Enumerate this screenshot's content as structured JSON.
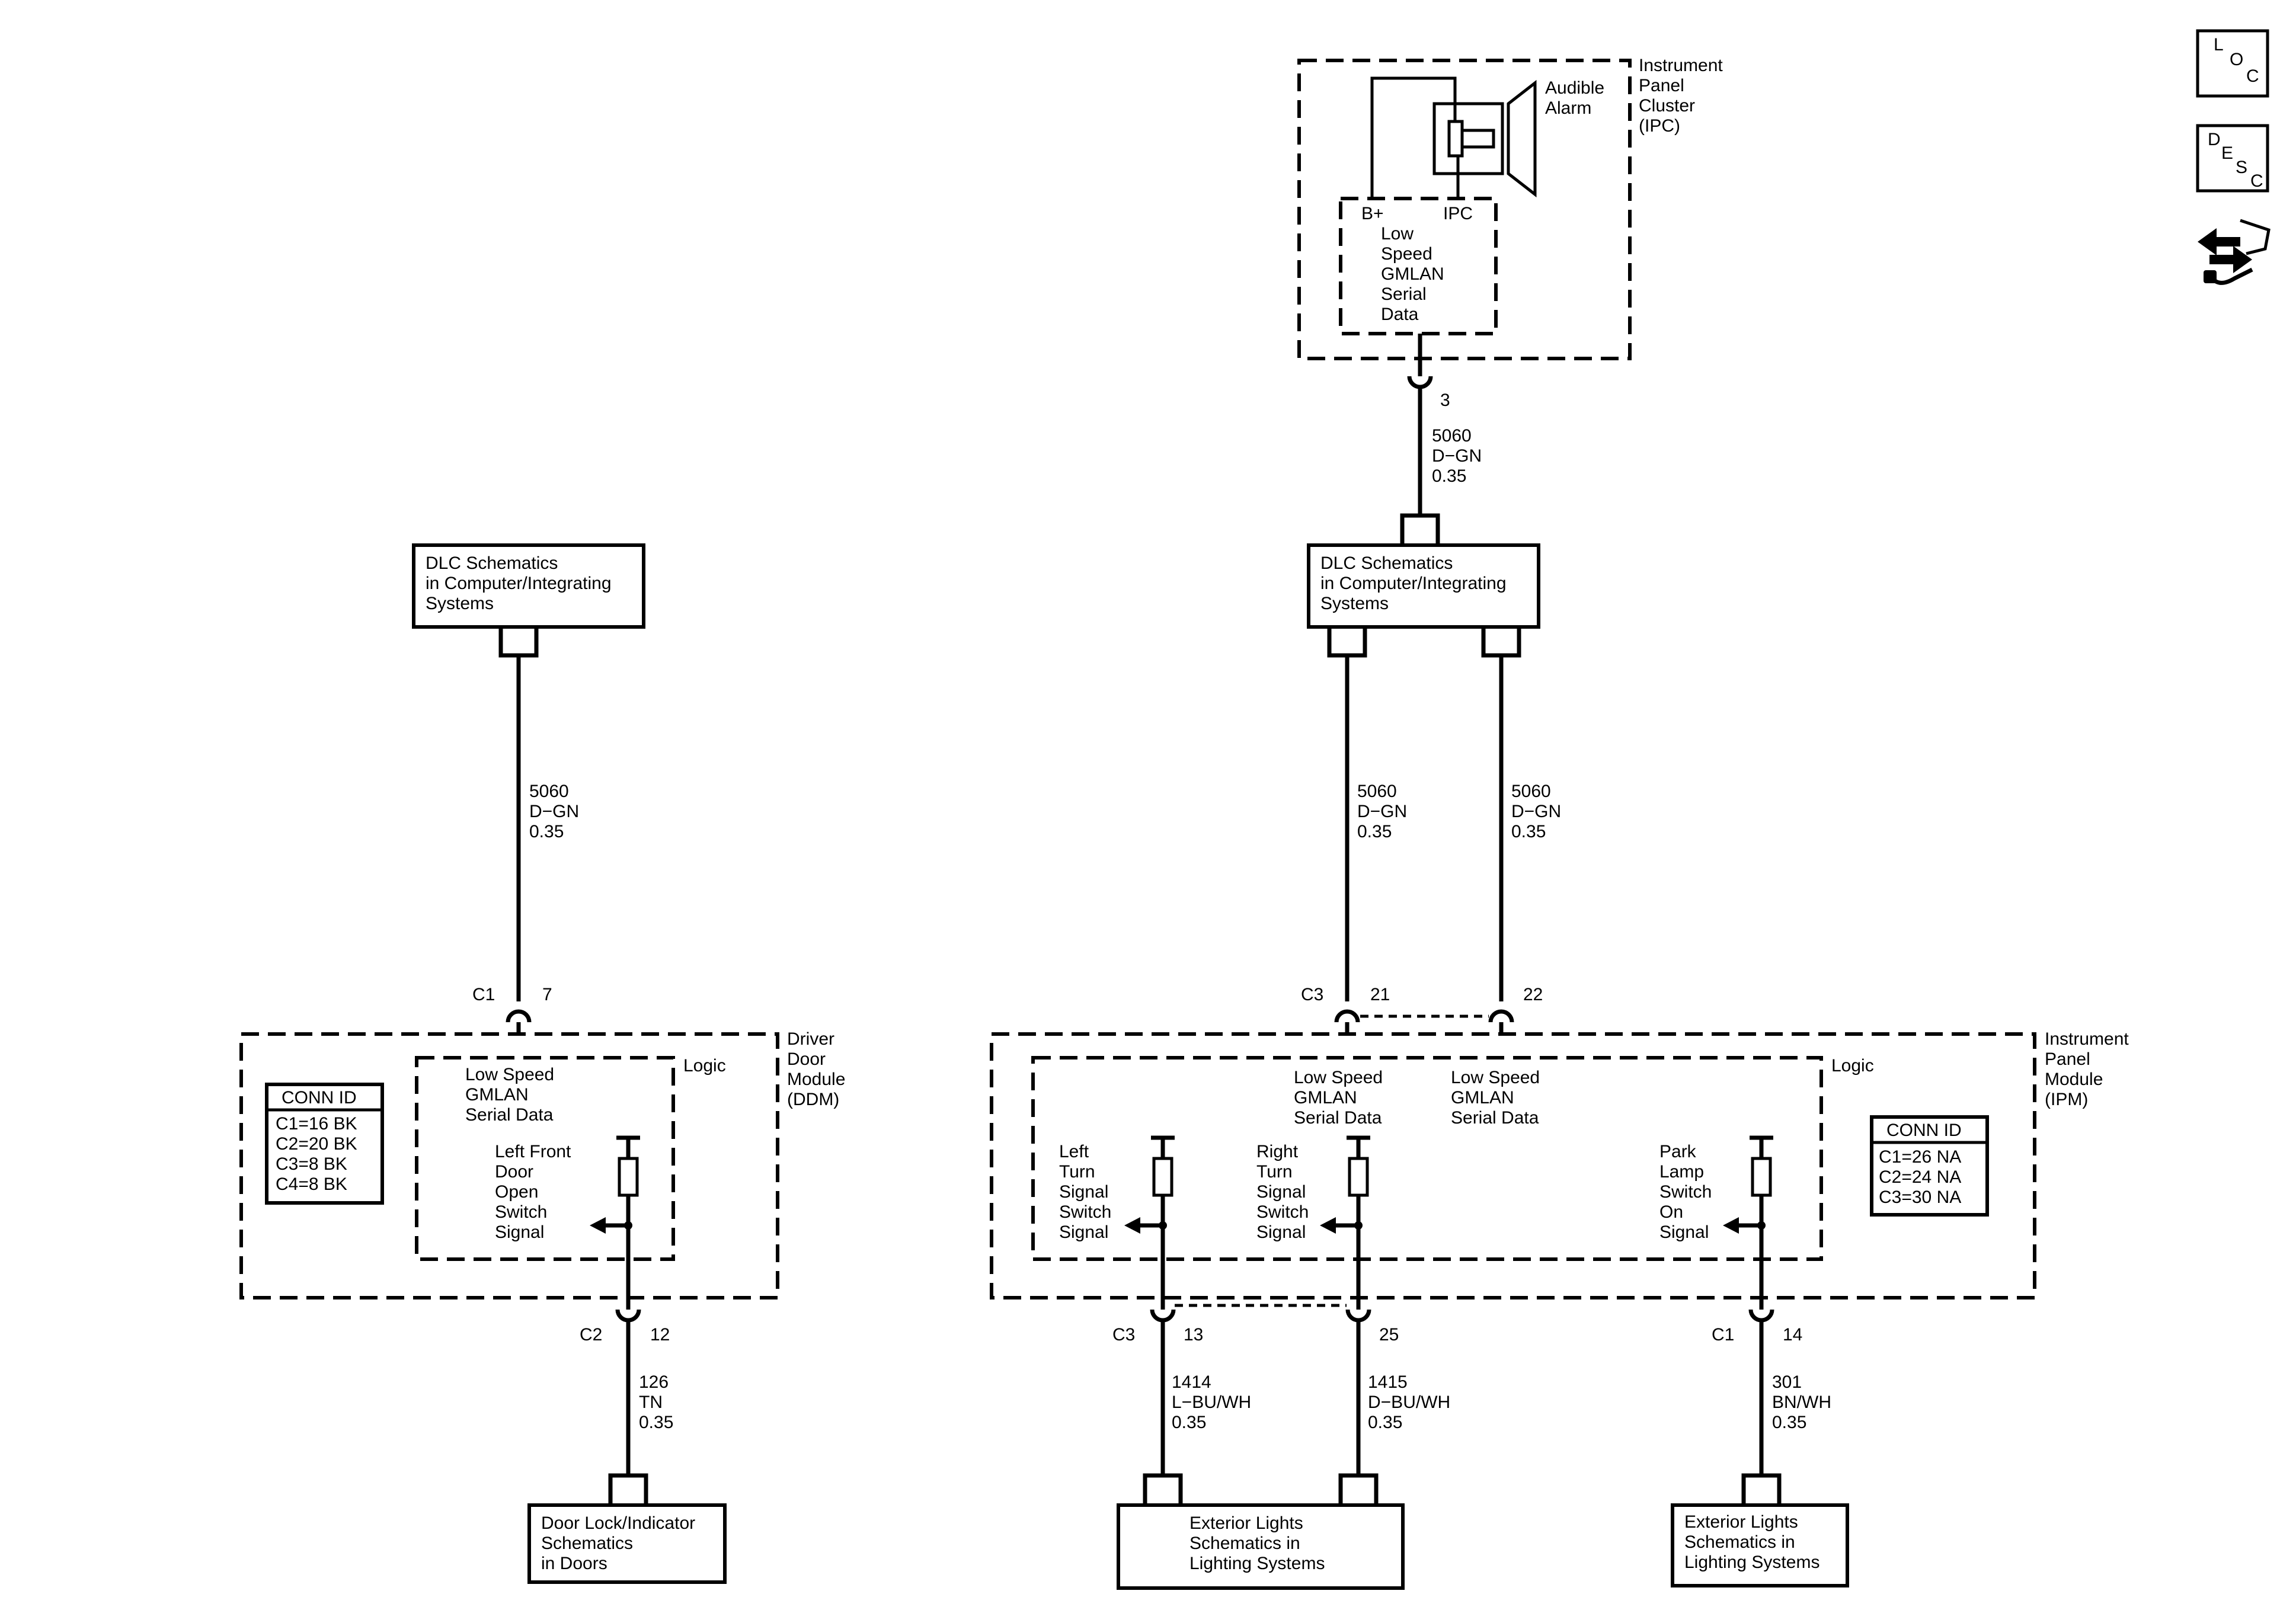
{
  "ipc": {
    "name": [
      "Instrument",
      "Panel",
      "Cluster",
      "(IPC)"
    ],
    "alarm": [
      "Audible",
      "Alarm"
    ],
    "b_plus": "B+",
    "ipc_tag": "IPC",
    "gmlan": [
      "Low",
      "Speed",
      "GMLAN",
      "Serial",
      "Data"
    ],
    "pin": "3"
  },
  "wires": {
    "ipc_to_dlc": [
      "5060",
      "D−GN",
      "0.35"
    ],
    "dlc_to_ddm": [
      "5060",
      "D−GN",
      "0.35"
    ],
    "dlc_to_ipm_a": [
      "5060",
      "D−GN",
      "0.35"
    ],
    "dlc_to_ipm_b": [
      "5060",
      "D−GN",
      "0.35"
    ],
    "ddm_to_door": [
      "126",
      "TN",
      "0.35"
    ],
    "ipm_to_ext_a": [
      "1414",
      "L−BU/WH",
      "0.35"
    ],
    "ipm_to_ext_b": [
      "1415",
      "D−BU/WH",
      "0.35"
    ],
    "ipm_to_ext_c": [
      "301",
      "BN/WH",
      "0.35"
    ]
  },
  "dlc_left": [
    "DLC Schematics",
    "in Computer/Integrating",
    "Systems"
  ],
  "dlc_center": [
    "DLC Schematics",
    "in Computer/Integrating",
    "Systems"
  ],
  "ddm": {
    "name": [
      "Driver",
      "Door",
      "Module",
      "(DDM)"
    ],
    "logic": "Logic",
    "gmlan": [
      "Low Speed",
      "GMLAN",
      "Serial Data"
    ],
    "switch_signal": [
      "Left Front",
      "Door",
      "Open",
      "Switch",
      "Signal"
    ],
    "conn_top": "C1",
    "pin_top": "7",
    "conn_bottom": "C2",
    "pin_bottom": "12",
    "conn_id_title": "CONN ID",
    "conn_ids": [
      "C1=16 BK",
      "C2=20 BK",
      "C3=8 BK",
      "C4=8 BK"
    ]
  },
  "ipm": {
    "name": [
      "Instrument",
      "Panel",
      "Module",
      "(IPM)"
    ],
    "logic": "Logic",
    "gmlan_a": [
      "Low Speed",
      "GMLAN",
      "Serial Data"
    ],
    "gmlan_b": [
      "Low Speed",
      "GMLAN",
      "Serial Data"
    ],
    "left_turn": [
      "Left",
      "Turn",
      "Signal",
      "Switch",
      "Signal"
    ],
    "right_turn": [
      "Right",
      "Turn",
      "Signal",
      "Switch",
      "Signal"
    ],
    "park_lamp": [
      "Park",
      "Lamp",
      "Switch",
      "On",
      "Signal"
    ],
    "conn_top": "C3",
    "pin_top_a": "21",
    "pin_top_b": "22",
    "conn_bottom_a": "C3",
    "pin_bottom_a": "13",
    "pin_bottom_b": "25",
    "conn_bottom_c": "C1",
    "pin_bottom_c": "14",
    "conn_id_title": "CONN ID",
    "conn_ids": [
      "C1=26 NA",
      "C2=24 NA",
      "C3=30 NA"
    ]
  },
  "door_lock": [
    "Door Lock/Indicator",
    "Schematics",
    "in Doors"
  ],
  "ext_lights_a": [
    "Exterior Lights",
    "Schematics in",
    "Lighting Systems"
  ],
  "ext_lights_b": [
    "Exterior Lights",
    "Schematics in",
    "Lighting Systems"
  ],
  "icons": {
    "loc": [
      "L",
      "O",
      "C"
    ],
    "desc": [
      "D",
      "E",
      "S",
      "C"
    ],
    "third": "connector-repair-icon"
  }
}
